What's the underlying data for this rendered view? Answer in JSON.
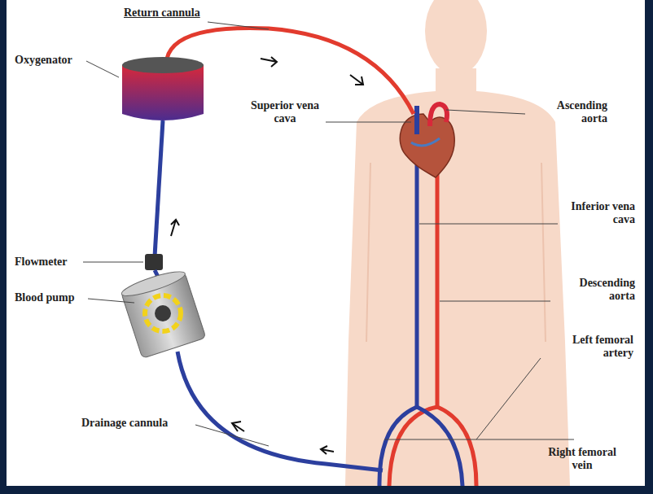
{
  "diagram": {
    "labels": [
      "Return cannula",
      "Oxygenator",
      "Superior vena cava",
      "Ascending aorta",
      "Flowmeter",
      "Blood pump",
      "Inferior vena cava",
      "Descending aorta",
      "Left femoral artery",
      "Drainage cannula",
      "Right femoral vein"
    ]
  }
}
